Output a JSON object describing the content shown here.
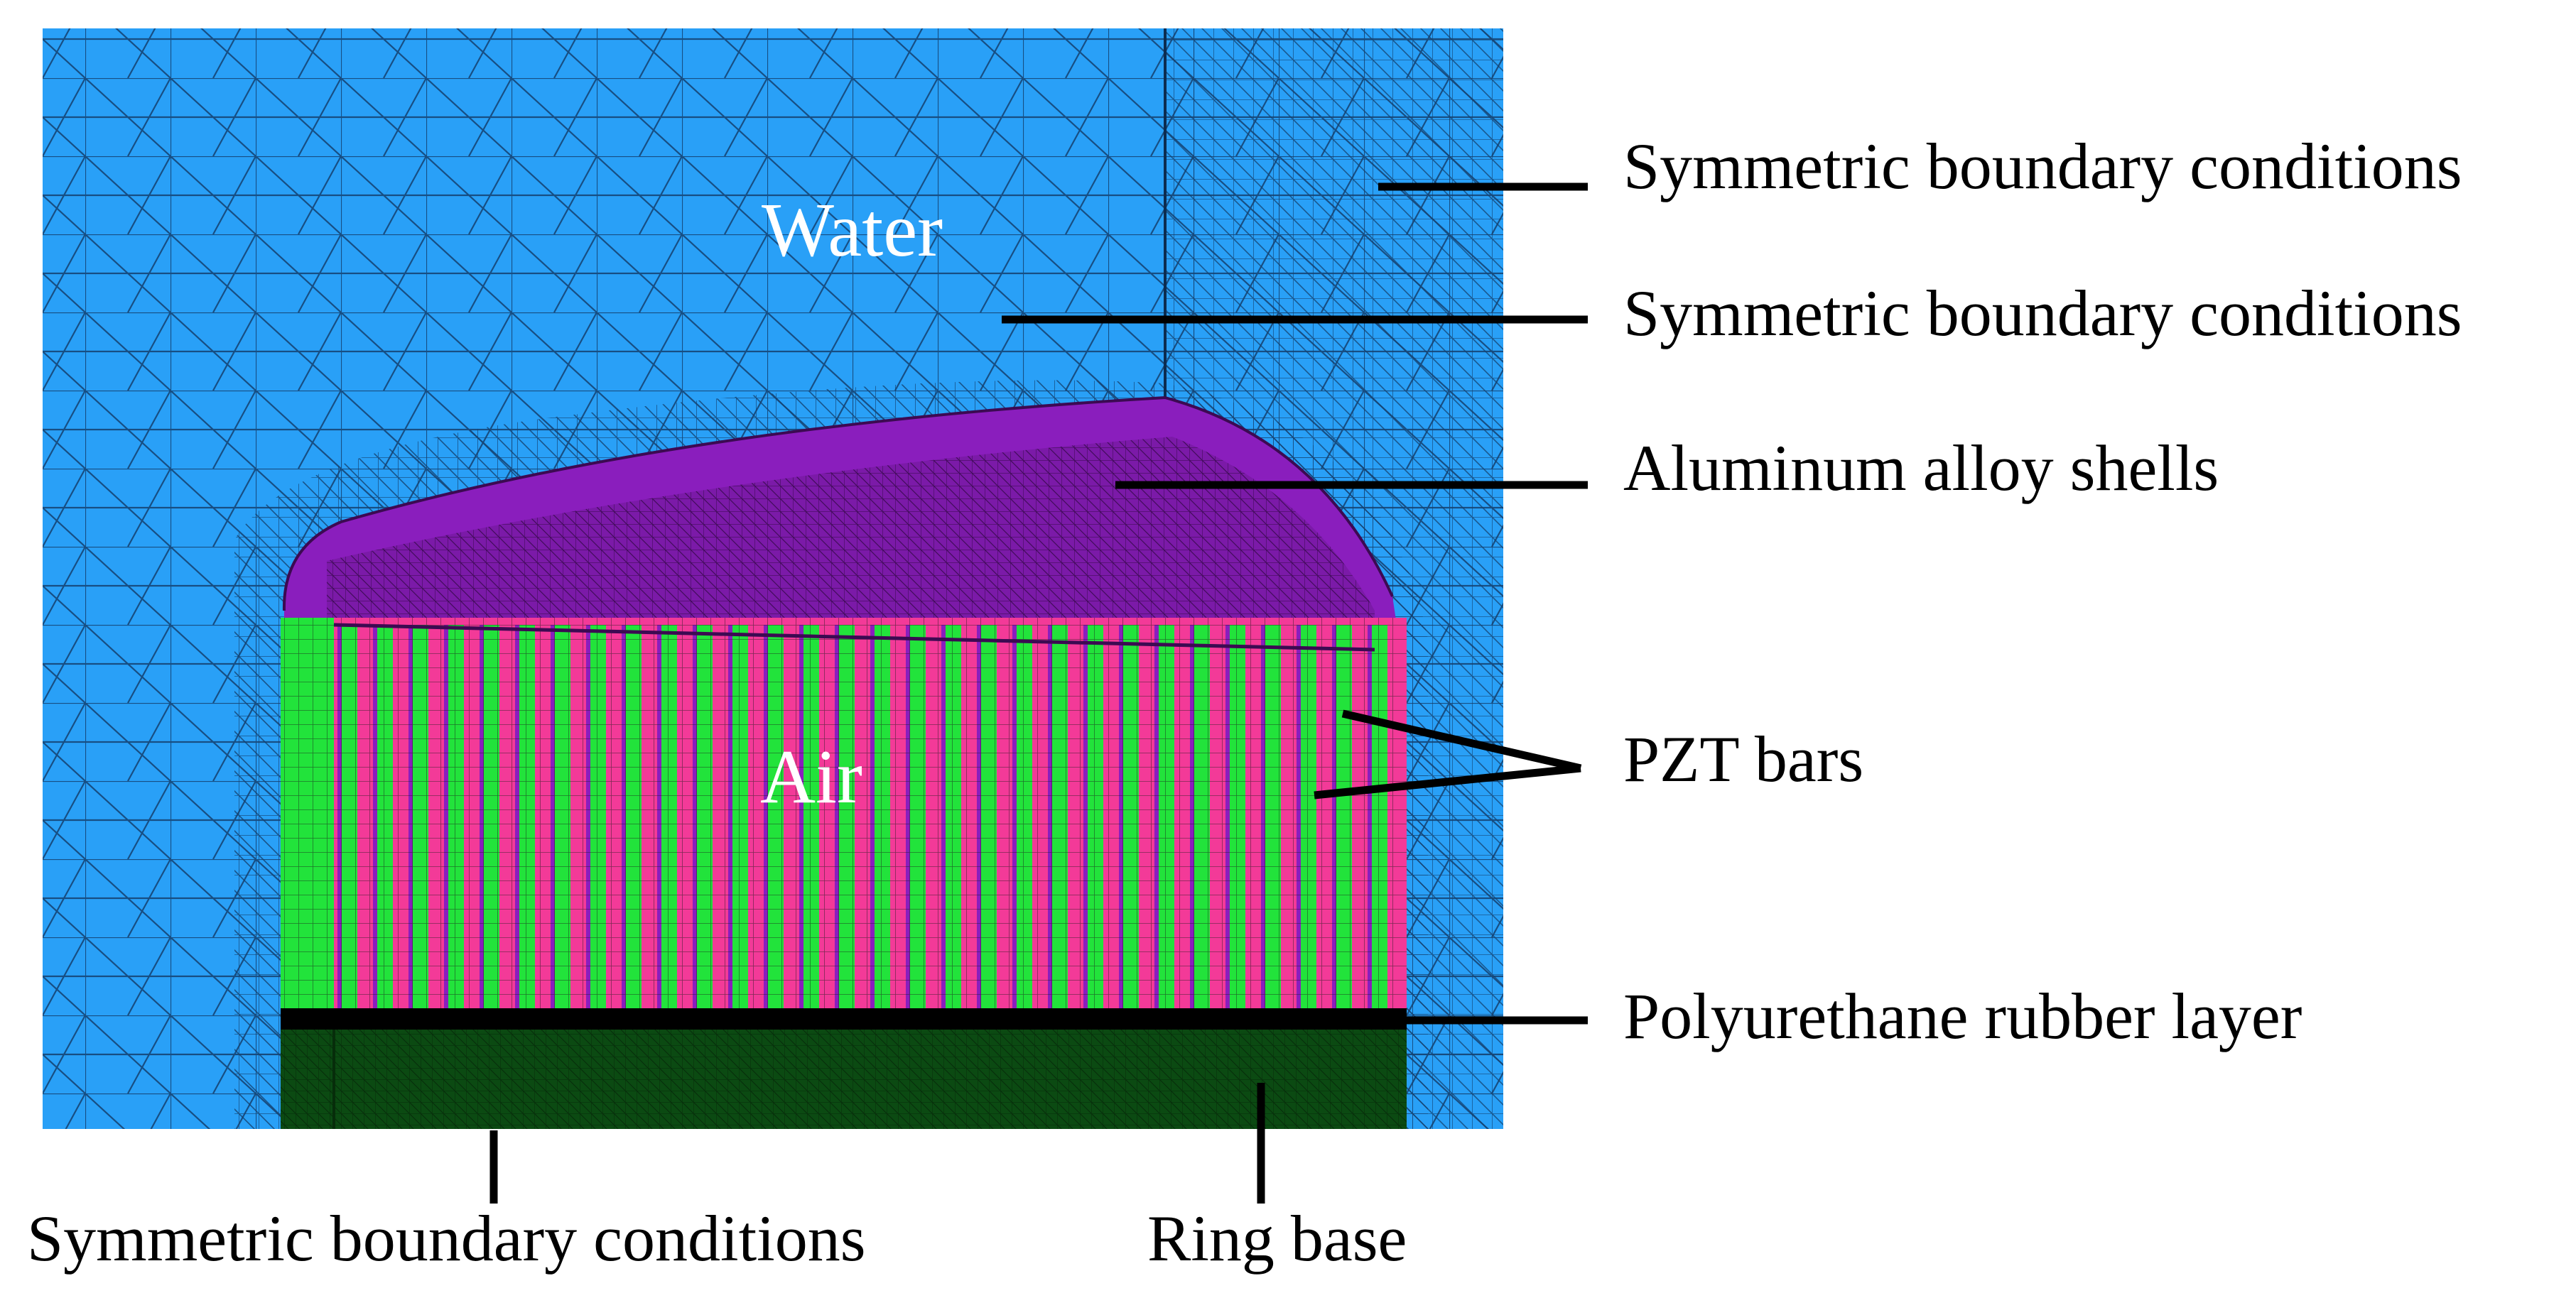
{
  "regions": {
    "water": "Water",
    "air": "Air"
  },
  "callouts": {
    "sym_bc_top": "Symmetric boundary conditions",
    "sym_bc_mid": "Symmetric boundary conditions",
    "shells": "Aluminum alloy shells",
    "pzt": "PZT bars",
    "rubber": "Polyurethane rubber layer",
    "sym_bc_bottom": "Symmetric boundary conditions",
    "ring_base": "Ring base"
  },
  "colors": {
    "water": "#29a0f7",
    "shell": "#8a1ebd",
    "pzt_green": "#22e33b",
    "pzt_pink": "#f33a98",
    "rubber": "#000000",
    "ring_base": "#0b4a12",
    "mesh_line": "#123a66",
    "label_text": "#000000",
    "region_text": "#ffffff"
  }
}
